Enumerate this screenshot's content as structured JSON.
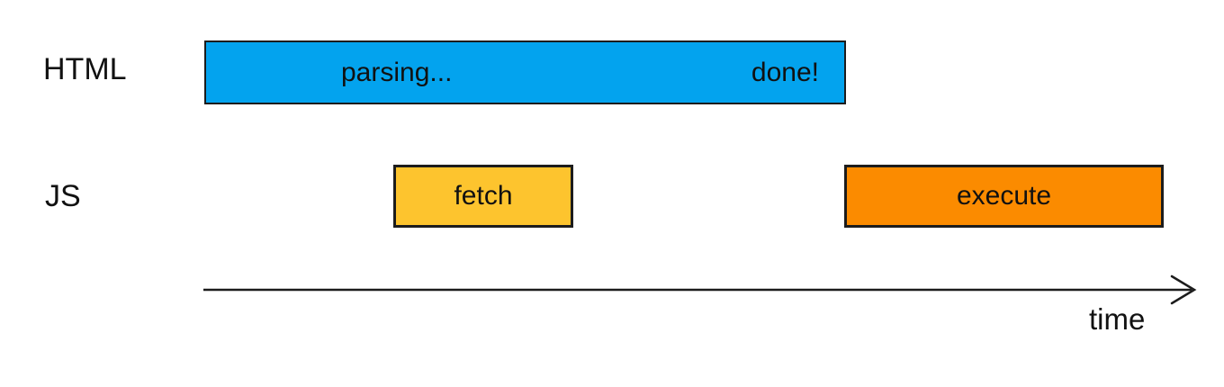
{
  "rows": {
    "html": {
      "label": "HTML",
      "bar": {
        "name": "parsing",
        "start_label": "parsing...",
        "end_label": "done!",
        "color": "#03A3EE"
      }
    },
    "js": {
      "label": "JS",
      "bars": [
        {
          "name": "fetch",
          "label": "fetch",
          "color": "#FDC42E"
        },
        {
          "name": "execute",
          "label": "execute",
          "color": "#FB8B00"
        }
      ]
    }
  },
  "axis": {
    "label": "time",
    "color": "#1C1C1C"
  },
  "colors": {
    "background": "#FFFFFF",
    "border": "#1C1C1C",
    "text": "#111111"
  }
}
